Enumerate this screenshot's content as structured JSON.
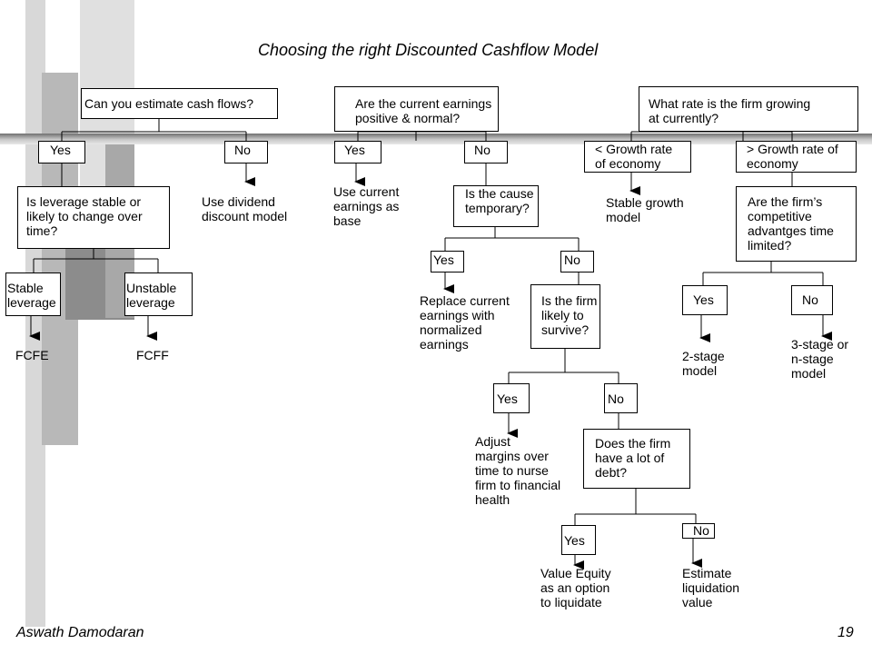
{
  "title": "Choosing the right Discounted Cashflow Model",
  "footer": {
    "author": "Aswath Damodaran",
    "page": "19"
  },
  "questions": {
    "q_cash_flows": "Can you estimate cash flows?",
    "q_current_earnings": [
      "Are the current earnings",
      "positive & normal?"
    ],
    "q_growth_rate": [
      "What rate is the firm growing",
      "at currently?"
    ]
  },
  "cash_flows_branch": {
    "yes": "Yes",
    "no": "No",
    "leverage_question": [
      "Is leverage stable or",
      "likely to change over",
      "time?"
    ],
    "stable_leverage": [
      "Stable",
      "leverage"
    ],
    "unstable_leverage": [
      "Unstable",
      "leverage"
    ],
    "fcfe": "FCFE",
    "fcff": "FCFF",
    "dividend_model": [
      "Use dividend",
      "discount model"
    ]
  },
  "earnings_branch": {
    "yes": "Yes",
    "no": "No",
    "use_current": [
      "Use current",
      "earnings as",
      "base"
    ],
    "cause_temporary": [
      "Is the cause",
      "temporary?"
    ],
    "temp_yes": "Yes",
    "temp_no": "No",
    "replace_earnings": [
      "Replace current",
      "earnings with",
      "normalized",
      "earnings"
    ],
    "survive_question": [
      "Is the firm",
      "likely to",
      "survive?"
    ],
    "survive_yes": "Yes",
    "survive_no": "No",
    "adjust_margins": [
      "Adjust",
      "margins over",
      "time to nurse",
      "firm to financial",
      "health"
    ],
    "debt_question": [
      "Does the firm",
      "have a lot of",
      "debt?"
    ],
    "debt_yes": "Yes",
    "debt_no": "No",
    "value_equity_option": [
      "Value Equity",
      "as an option",
      "to liquidate"
    ],
    "estimate_liquidation": [
      "Estimate",
      "liquidation",
      "value"
    ]
  },
  "growth_branch": {
    "lower": [
      "< Growth rate",
      "of economy"
    ],
    "higher": [
      "> Growth rate of",
      "economy"
    ],
    "stable_growth_model": [
      "Stable growth",
      "model"
    ],
    "advantages_question": [
      "Are the firm’s",
      "competitive",
      "advantges time",
      "limited?"
    ],
    "adv_yes": "Yes",
    "adv_no": "No",
    "two_stage": [
      "2-stage",
      "model"
    ],
    "three_stage": [
      "3-stage or",
      "n-stage",
      "model"
    ]
  },
  "colors": {
    "deco_dark": "#8c8c8c",
    "deco_mid": "#b4b4b4",
    "deco_light": "#dcdcdc",
    "bar": "#a0a0a0"
  }
}
